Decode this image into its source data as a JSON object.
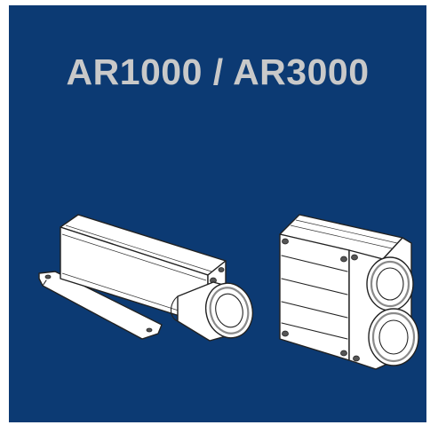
{
  "header": {
    "title": "AR1000 / AR3000"
  },
  "colors": {
    "panel_background": "#0c3a73",
    "title_text": "#c9c9c9",
    "page_background": "#ffffff"
  },
  "products": [
    {
      "icon": "ar1000-sensor-drawing"
    },
    {
      "icon": "ar3000-sensor-drawing"
    }
  ]
}
